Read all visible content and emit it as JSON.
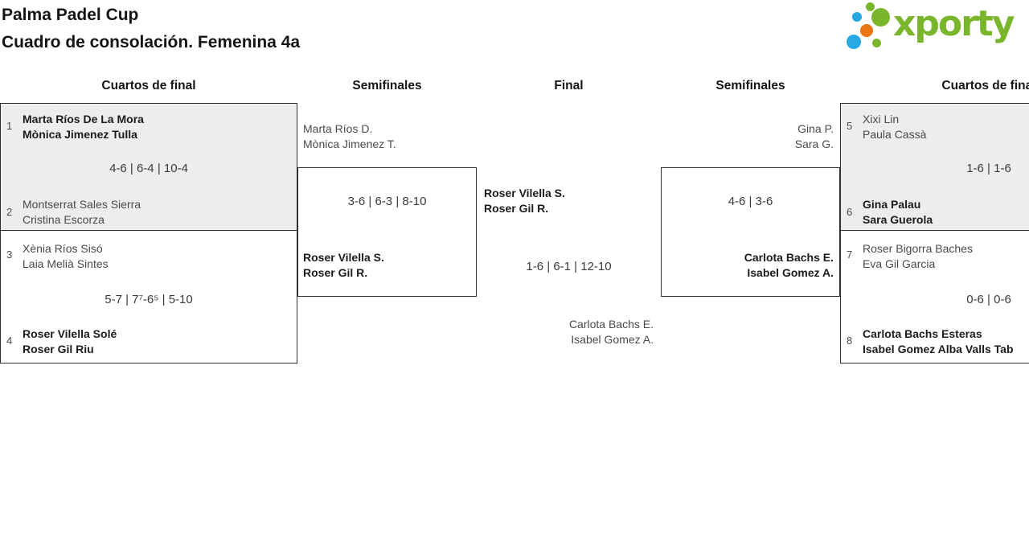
{
  "header": {
    "title": "Palma Padel Cup",
    "subtitle": "Cuadro de consolación. Femenina 4a"
  },
  "logo": {
    "brand": "xporty",
    "green": "#7ab62c",
    "blue": "#29a9e1",
    "orange": "#e87613"
  },
  "columns": [
    "Cuartos de final",
    "Semifinales",
    "Final",
    "Semifinales",
    "Cuartos de final"
  ],
  "colors": {
    "box_border": "#2e2e2e",
    "box_shaded_background": "#ededed",
    "winner_text": "#1c1c1c",
    "loser_text": "#4a4a4a"
  },
  "matches": {
    "qf1": {
      "seed_top": "1",
      "top": [
        "Marta Ríos De La Mora",
        "Mònica Jimenez Tulla"
      ],
      "score": "4-6 | 6-4 | 10-4",
      "seed_bottom": "2",
      "bottom": [
        "Montserrat Sales Sierra",
        "Cristina Escorza"
      ]
    },
    "qf2": {
      "seed_top": "3",
      "top": [
        "Xènia Ríos Sisó",
        "Laia Melià Sintes"
      ],
      "score": "5-7 | 7⁷-6⁵ | 5-10",
      "seed_bottom": "4",
      "bottom": [
        "Roser Vilella Solé",
        "Roser Gil Riu"
      ]
    },
    "qf3": {
      "seed_top": "5",
      "top": [
        "Xixi Lin",
        "Paula Cassà"
      ],
      "score": "1-6 | 1-6",
      "seed_bottom": "6",
      "bottom": [
        "Gina Palau",
        "Sara Guerola"
      ]
    },
    "qf4": {
      "seed_top": "7",
      "top": [
        "Roser Bigorra Baches",
        "Eva Gil Garcia"
      ],
      "score": "0-6 | 0-6",
      "seed_bottom": "8",
      "bottom": [
        "Carlota Bachs Esteras",
        "Isabel Gomez Alba Valls Tab"
      ]
    },
    "sf1": {
      "top": [
        "Marta Ríos D.",
        "Mònica Jimenez T."
      ],
      "score": "3-6 | 6-3 | 8-10",
      "bottom": [
        "Roser Vilella S.",
        "Roser Gil R."
      ]
    },
    "sf2": {
      "top": [
        "Gina P.",
        "Sara G."
      ],
      "score": "4-6 | 3-6",
      "bottom": [
        "Carlota Bachs E.",
        "Isabel Gomez A."
      ]
    },
    "final": {
      "top": [
        "Roser Vilella S.",
        "Roser Gil R."
      ],
      "score": "1-6 | 6-1 | 12-10",
      "bottom": [
        "Carlota Bachs E.",
        "Isabel Gomez A."
      ]
    }
  }
}
